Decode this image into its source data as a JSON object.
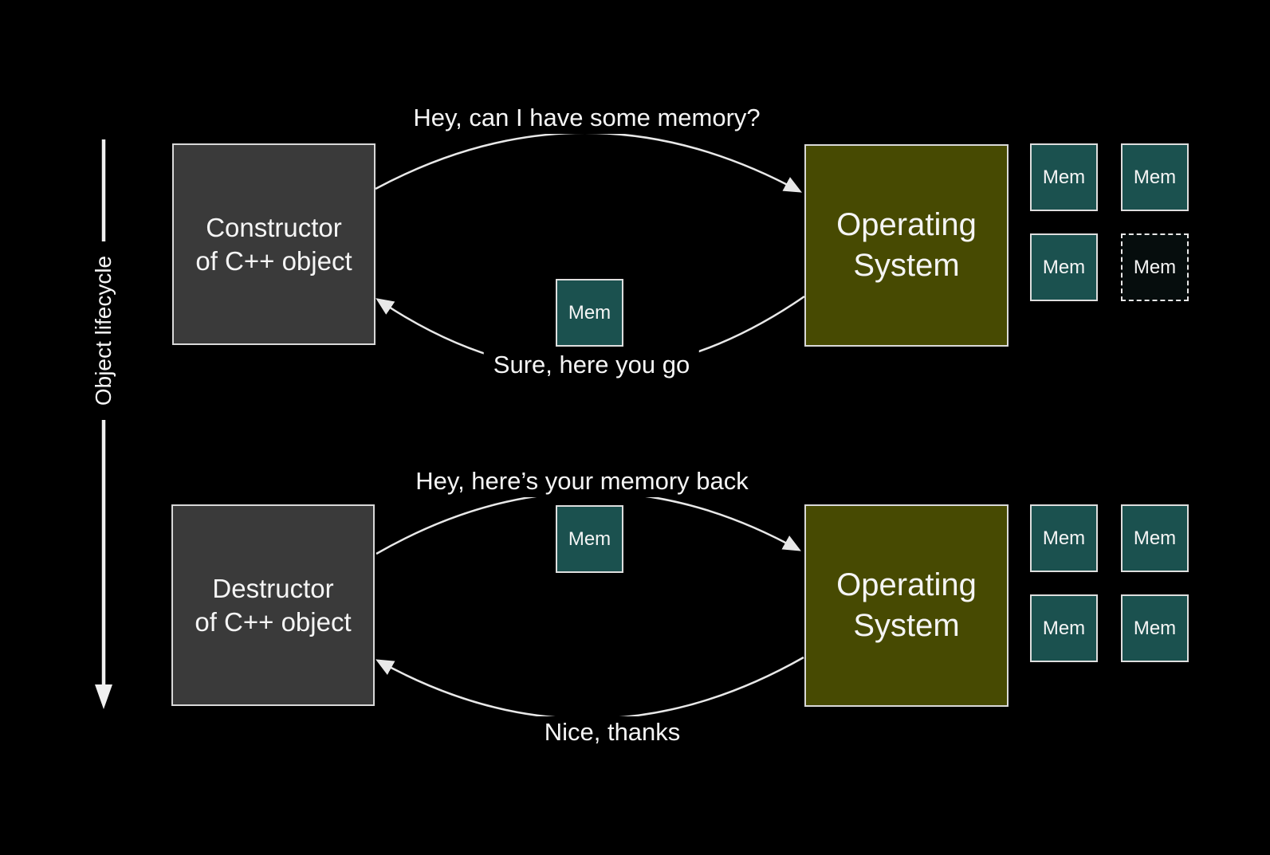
{
  "colors": {
    "background": "#000000",
    "object_box_fill": "#3a3a3a",
    "os_box_fill": "#474a02",
    "mem_chip_fill": "#1b514f",
    "mem_chip_freed_fill": "#060d0d",
    "box_border": "#d9d9d9",
    "arrow": "#e8e8e8",
    "text": "#f5f5f5"
  },
  "lifecycle": {
    "label": "Object lifecycle"
  },
  "construction": {
    "actor": {
      "line1": "Constructor",
      "line2": "of C++ object"
    },
    "os": {
      "line1": "Operating",
      "line2": "System"
    },
    "request": "Hey, can I have some memory?",
    "response": "Sure, here you go",
    "transfer_chip": "Mem",
    "os_memory": [
      {
        "label": "Mem",
        "state": "solid"
      },
      {
        "label": "Mem",
        "state": "solid"
      },
      {
        "label": "Mem",
        "state": "solid"
      },
      {
        "label": "Mem",
        "state": "dashed"
      }
    ]
  },
  "destruction": {
    "actor": {
      "line1": "Destructor",
      "line2": "of C++ object"
    },
    "os": {
      "line1": "Operating",
      "line2": "System"
    },
    "request": "Hey, here’s your memory back",
    "response": "Nice, thanks",
    "transfer_chip": "Mem",
    "os_memory": [
      {
        "label": "Mem",
        "state": "solid"
      },
      {
        "label": "Mem",
        "state": "solid"
      },
      {
        "label": "Mem",
        "state": "solid"
      },
      {
        "label": "Mem",
        "state": "solid"
      }
    ]
  }
}
